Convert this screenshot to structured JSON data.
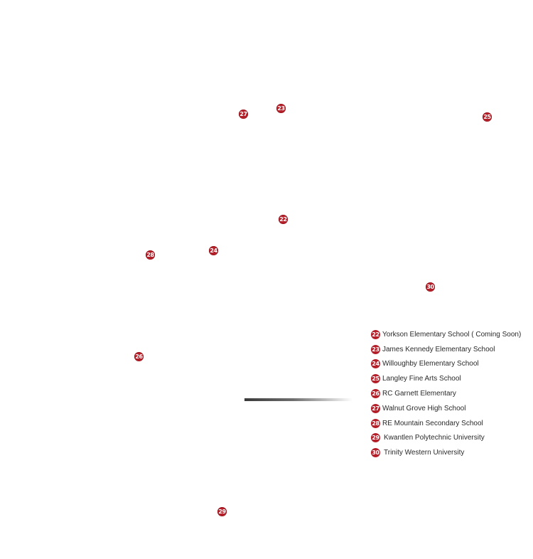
{
  "map": {
    "marker_color": "#b3202a",
    "markers": [
      {
        "id": "22"
      },
      {
        "id": "23"
      },
      {
        "id": "24"
      },
      {
        "id": "25"
      },
      {
        "id": "26"
      },
      {
        "id": "27"
      },
      {
        "id": "28"
      },
      {
        "id": "29"
      },
      {
        "id": "30"
      }
    ]
  },
  "legend": {
    "items": [
      {
        "number": "22",
        "label": "Yorkson Elementary School ( Coming Soon)"
      },
      {
        "number": "23",
        "label": "James Kennedy Elementary School"
      },
      {
        "number": "24",
        "label": "Willoughby Elementary School"
      },
      {
        "number": "25",
        "label": "Langley Fine Arts School"
      },
      {
        "number": "26",
        "label": "RC Garnett Elementary"
      },
      {
        "number": "27",
        "label": "Walnut Grove High School"
      },
      {
        "number": "28",
        "label": "RE Mountain Secondary School"
      },
      {
        "number": "29",
        "label": "Kwantlen Polytechnic University"
      },
      {
        "number": "30",
        "label": "Trinity Western University"
      }
    ]
  }
}
